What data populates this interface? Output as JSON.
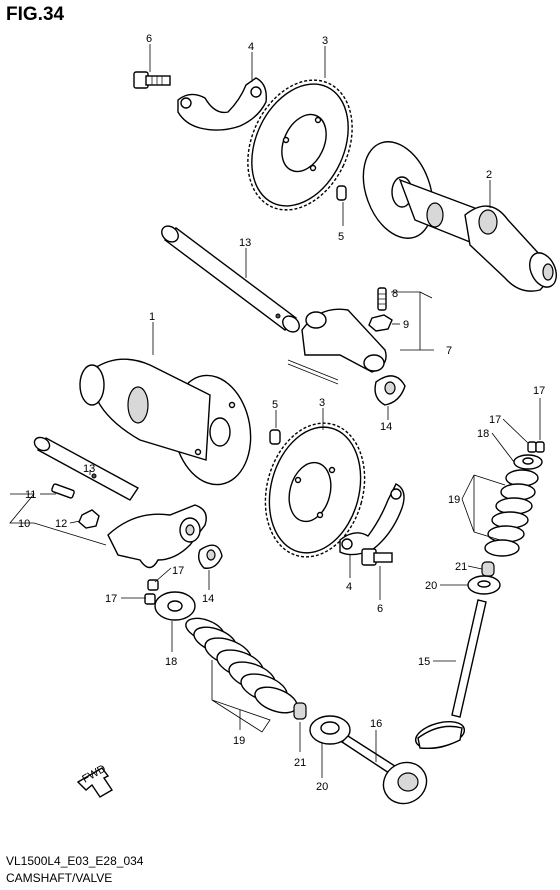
{
  "figure": {
    "title": "FIG.34"
  },
  "footer": {
    "model_code": "VL1500L4_E03_E28_034",
    "section_name": "CAMSHAFT/VALVE"
  },
  "direction_marker": {
    "label": "FWD"
  },
  "callouts": [
    {
      "id": "c6a",
      "label": "6"
    },
    {
      "id": "c4a",
      "label": "4"
    },
    {
      "id": "c3a",
      "label": "3"
    },
    {
      "id": "c2",
      "label": "2"
    },
    {
      "id": "c5a",
      "label": "5"
    },
    {
      "id": "c13a",
      "label": "13"
    },
    {
      "id": "c8",
      "label": "8"
    },
    {
      "id": "c9",
      "label": "9"
    },
    {
      "id": "c7",
      "label": "7"
    },
    {
      "id": "c1",
      "label": "1"
    },
    {
      "id": "c5b",
      "label": "5"
    },
    {
      "id": "c3b",
      "label": "3"
    },
    {
      "id": "c14a",
      "label": "14"
    },
    {
      "id": "c17a",
      "label": "17"
    },
    {
      "id": "c17b",
      "label": "17"
    },
    {
      "id": "c18a",
      "label": "18"
    },
    {
      "id": "c13b",
      "label": "13"
    },
    {
      "id": "c11",
      "label": "11"
    },
    {
      "id": "c10",
      "label": "10"
    },
    {
      "id": "c12",
      "label": "12"
    },
    {
      "id": "c19a",
      "label": "19"
    },
    {
      "id": "c21a",
      "label": "21"
    },
    {
      "id": "c20a",
      "label": "20"
    },
    {
      "id": "c4b",
      "label": "4"
    },
    {
      "id": "c6b",
      "label": "6"
    },
    {
      "id": "c17c",
      "label": "17"
    },
    {
      "id": "c14b",
      "label": "14"
    },
    {
      "id": "c17d",
      "label": "17"
    },
    {
      "id": "c18b",
      "label": "18"
    },
    {
      "id": "c15",
      "label": "15"
    },
    {
      "id": "c19b",
      "label": "19"
    },
    {
      "id": "c21b",
      "label": "21"
    },
    {
      "id": "c16",
      "label": "16"
    },
    {
      "id": "c20b",
      "label": "20"
    }
  ]
}
